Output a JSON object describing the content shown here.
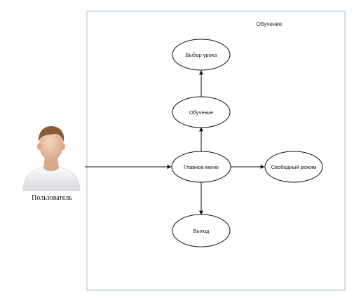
{
  "system": {
    "title": "Обучение"
  },
  "actor": {
    "label": "Пользователь",
    "icon": "user-avatar-icon"
  },
  "use_cases": {
    "lesson_select": "Выбор урока",
    "learning": "Обучение",
    "main_menu": "Главное меню",
    "free_mode": "Свободный режим",
    "exit": "Выход"
  },
  "colors": {
    "boundary": "#a9c0d6",
    "lines": "#111111",
    "skin": "#e9c2a3",
    "hair": "#8b5a36",
    "shirt": "#f4f4f4"
  }
}
